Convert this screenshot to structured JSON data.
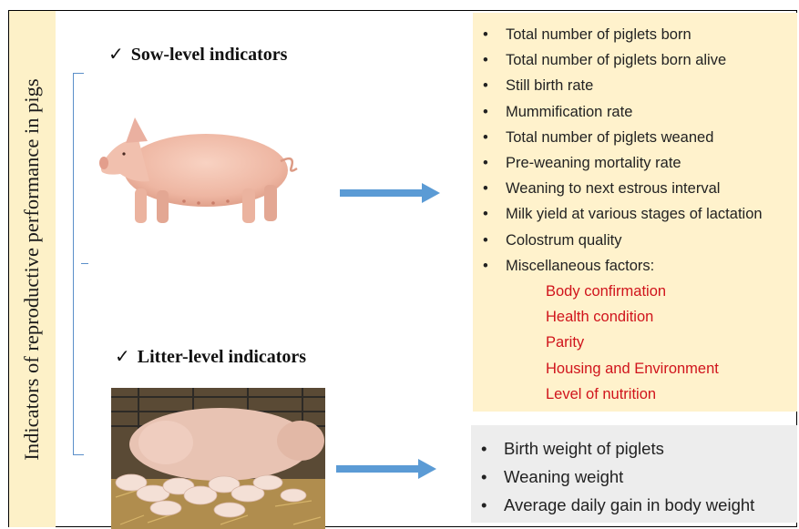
{
  "side_title": "Indicators of reproductive performance in pigs",
  "sow_section": {
    "check": "✓",
    "heading": "Sow-level indicators",
    "indicators": [
      "Total number of piglets born",
      "Total number of piglets born alive",
      "Still birth rate",
      "Mummification rate",
      "Total number of piglets weaned",
      "Pre-weaning mortality rate",
      "Weaning to next estrous interval",
      "Milk yield at various stages of lactation",
      "Colostrum quality",
      "Miscellaneous factors:"
    ],
    "misc_factors": [
      "Body confirmation",
      "Health condition",
      "Parity",
      "Housing and Environment",
      "Level of nutrition"
    ]
  },
  "litter_section": {
    "check": "✓",
    "heading": "Litter-level indicators",
    "indicators": [
      "Birth weight of piglets",
      "Weaning weight",
      "Average daily gain in body weight"
    ]
  },
  "colors": {
    "side_panel": "#fdf1c8",
    "sow_box": "#fff2cc",
    "litter_box": "#ededed",
    "arrow": "#5b9bd5",
    "bracket": "#5b8fc9",
    "misc_text": "#d0141c"
  }
}
